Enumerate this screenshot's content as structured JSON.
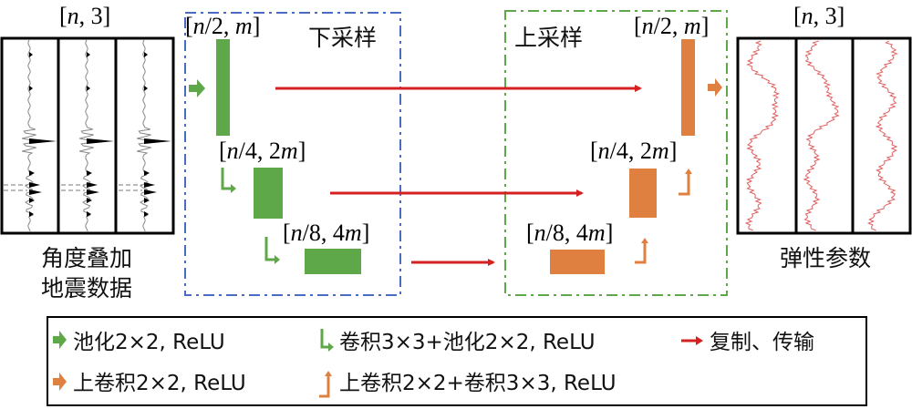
{
  "input_panel": {
    "shape_label": "[n, 3]",
    "caption_line1": "角度叠加",
    "caption_line2": "地震数据",
    "trace_count": 3
  },
  "output_panel": {
    "shape_label": "[n, 3]",
    "caption": "弹性参数",
    "trace_count": 3,
    "trace_color": "#e06060"
  },
  "encoder": {
    "title": "下采样",
    "border_color": "#4a6cc0",
    "block_color": "#5fa84a",
    "levels": [
      {
        "label_pre": "[",
        "n": "n",
        "frac": "/2, ",
        "m": "m",
        "label_post": "]"
      },
      {
        "label_pre": "[",
        "n": "n",
        "frac": "/4, 2",
        "m": "m",
        "label_post": "]"
      },
      {
        "label_pre": "[",
        "n": "n",
        "frac": "/8, 4",
        "m": "m",
        "label_post": "]"
      }
    ]
  },
  "decoder": {
    "title": "上采样",
    "border_color": "#5fa84a",
    "block_color": "#e08040",
    "levels": [
      {
        "label_pre": "[",
        "n": "n",
        "frac": "/2, ",
        "m": "m",
        "label_post": "]"
      },
      {
        "label_pre": "[",
        "n": "n",
        "frac": "/4, 2",
        "m": "m",
        "label_post": "]"
      },
      {
        "label_pre": "[",
        "n": "n",
        "frac": "/8, 4",
        "m": "m",
        "label_post": "]"
      }
    ]
  },
  "skip_color": "#d42020",
  "legend": {
    "items": [
      {
        "icon": "green-arrow-right-icon",
        "text": "池化2×2, ReLU"
      },
      {
        "icon": "green-bent-arrow-down-right-icon",
        "text": "卷积3×3+池化2×2, ReLU"
      },
      {
        "icon": "red-arrow-right-icon",
        "text": "复制、传输"
      },
      {
        "icon": "orange-arrow-right-icon",
        "text": "上卷积2×2, ReLU"
      },
      {
        "icon": "orange-bent-arrow-up-icon",
        "text": "上卷积2×2+卷积3×3, ReLU"
      }
    ]
  }
}
